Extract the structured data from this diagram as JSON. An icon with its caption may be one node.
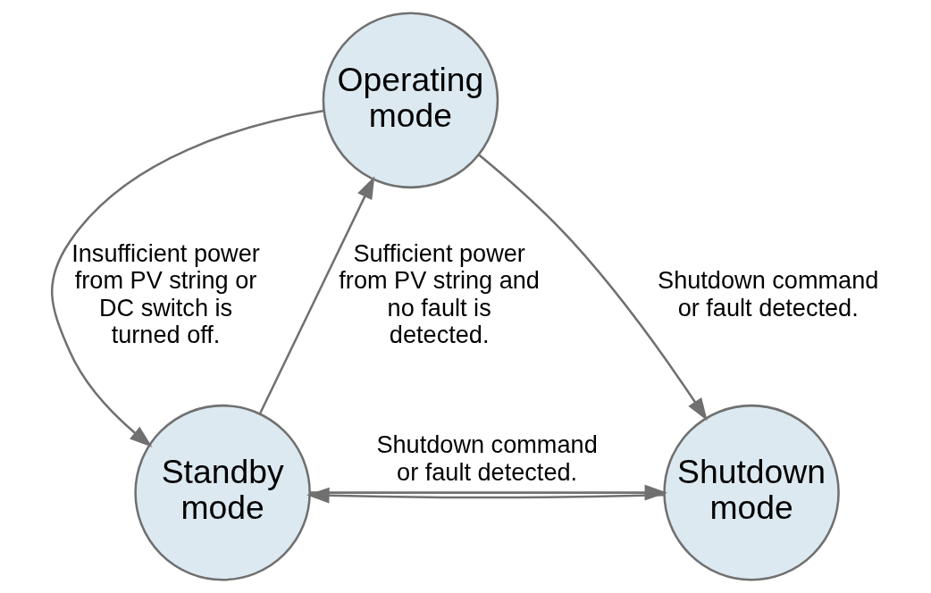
{
  "diagram": {
    "nodes": [
      {
        "text": [
          "Operating mode"
        ]
      },
      {
        "text": [
          "Standby mode"
        ]
      },
      {
        "text": [
          "Shutdown mode"
        ]
      }
    ],
    "edges": [
      {
        "from": 1,
        "to": 0,
        "arrow": "to",
        "label": "Sufficient power from PV string and no fault is detected."
      },
      {
        "from": 0,
        "to": 1,
        "arrow": "to",
        "label": "Insufficient power from PV string or DC switch is turned off."
      },
      {
        "from": 0,
        "to": 2,
        "arrow": "to",
        "label": "Shutdown command or fault detected."
      },
      {
        "from": 1,
        "to": 2,
        "arrow": "to",
        "label": "Shutdown command or fault detected."
      },
      {
        "from": 2,
        "to": 1,
        "arrow": "to"
      }
    ]
  }
}
